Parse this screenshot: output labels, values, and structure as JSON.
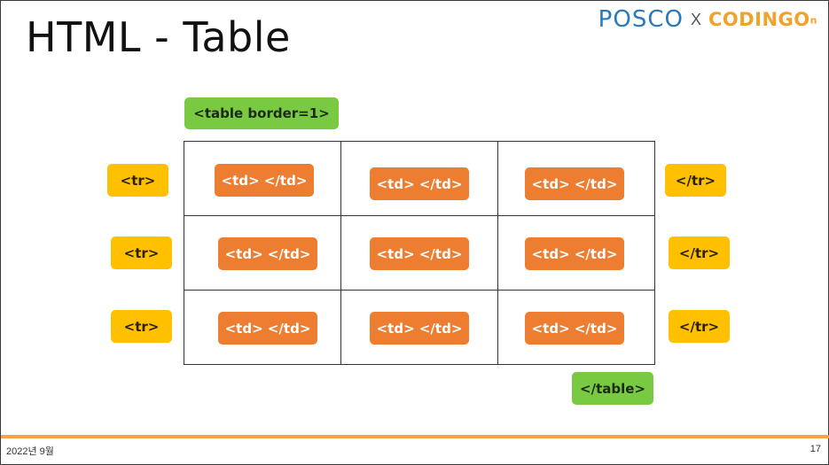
{
  "slide": {
    "title": "HTML - Table",
    "logo": {
      "posco": "POSCO",
      "x": "X",
      "coding": "CODINGO",
      "on": "n"
    },
    "table_open": "<table border=1>",
    "table_close": "</table>",
    "rows": [
      {
        "tr_open": "<tr>",
        "cells": [
          "<td> </td>",
          "<td> </td>",
          "<td> </td>"
        ],
        "tr_close": "</tr>"
      },
      {
        "tr_open": "<tr>",
        "cells": [
          "<td> </td>",
          "<td> </td>",
          "<td> </td>"
        ],
        "tr_close": "</tr>"
      },
      {
        "tr_open": "<tr>",
        "cells": [
          "<td> </td>",
          "<td> </td>",
          "<td> </td>"
        ],
        "tr_close": "</tr>"
      }
    ],
    "footer": {
      "date": "2022년 9월",
      "page": "17"
    }
  },
  "colors": {
    "green": "#7ac943",
    "yellow": "#ffc000",
    "orange": "#ed7d31",
    "accent": "#f4a53c"
  }
}
